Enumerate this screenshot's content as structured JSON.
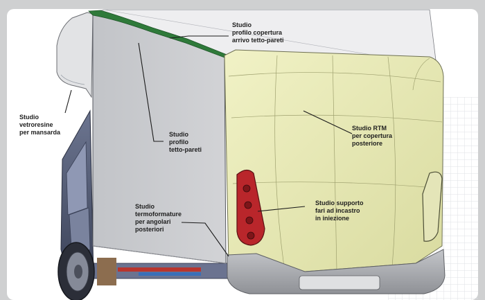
{
  "annotations": [
    {
      "id": "roof_wall_profile",
      "text": "Studio\nprofilo copertura\narrivo tetto-pareti"
    },
    {
      "id": "loft_fiberglass",
      "text": "Studio\nvetroresine\nper mansarda"
    },
    {
      "id": "wall_roof_profile",
      "text": "Studio\nprofilo\ntetto-pareti"
    },
    {
      "id": "rtm_rear_cover",
      "text": "Studio RTM\nper copertura\nposteriore"
    },
    {
      "id": "lamp_support",
      "text": "Studio supporto\nfari ad incastro\nin iniezione"
    },
    {
      "id": "corner_thermoforming",
      "text": "Studio\ntermoformature\nper angolari\nposteriori"
    }
  ],
  "colors": {
    "background": "#cfd0d1",
    "frame": "#ffffff",
    "grid": "#dfe2e6",
    "side_wall": "#cbcdd0",
    "cab_cap": "#e0e1e3",
    "rear_panel": "#e9eab5",
    "roof_trim": "#2f7a3a",
    "lamp": "#b9262b",
    "bumper": "#a9abb0",
    "leader": "#1a1a1a"
  }
}
